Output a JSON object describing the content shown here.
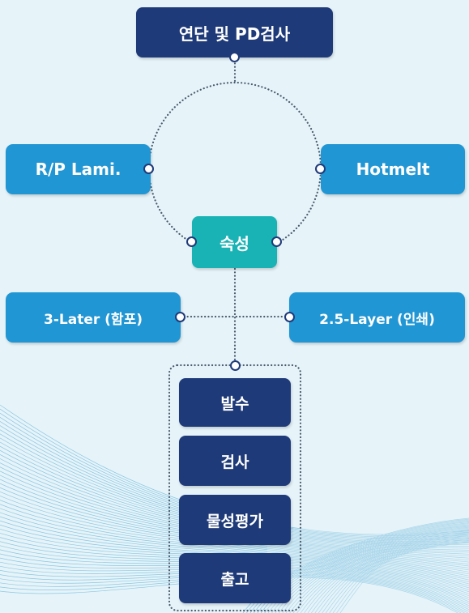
{
  "colors": {
    "background": "#e6f4f9",
    "navy": "#1f3a78",
    "blue": "#2196d4",
    "teal": "#19b3b5",
    "connector": "#4b5b6e"
  },
  "nodes": {
    "top": "연단 및 PD검사",
    "left_upper": "R/P Lami.",
    "right_upper": "Hotmelt",
    "center": "숙성",
    "left_lower": "3-Later (함포)",
    "right_lower": "2.5-Layer (인쇄)"
  },
  "process_steps": [
    "발수",
    "검사",
    "물성평가",
    "출고"
  ]
}
